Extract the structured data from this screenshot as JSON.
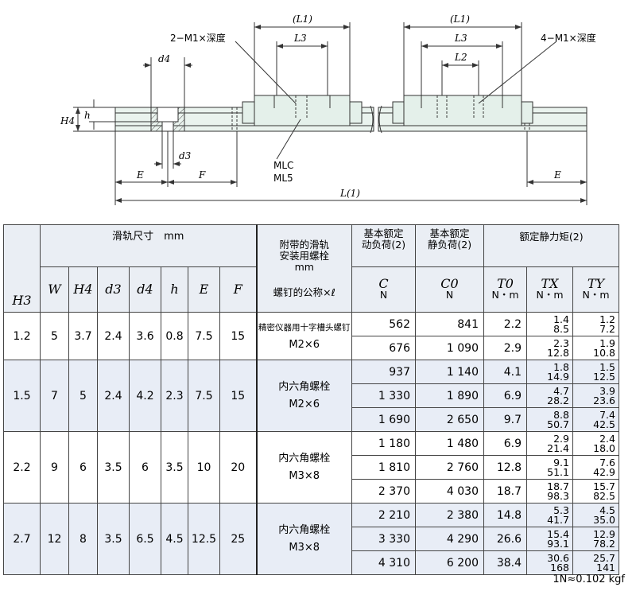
{
  "drawing": {
    "labels": {
      "l1_left": "(L1)",
      "l3_left": "L3",
      "m1_left": "2−M1×深度",
      "d4": "d4",
      "h4": "H4",
      "h": "h",
      "d3": "d3",
      "e_left": "E",
      "f": "F",
      "mlc": "MLC",
      "ml5": "ML5",
      "l_total": "L(1)",
      "l1_right": "(L1)",
      "l3_right": "L3",
      "l2": "L2",
      "m1_right": "4−M1×深度",
      "e_right": "E"
    }
  },
  "table": {
    "header": {
      "rail_dims": "滑轨尺寸　mm",
      "bolt_title_1": "附带的滑轨",
      "bolt_title_2": "安装用螺栓",
      "bolt_unit": "mm",
      "bolt_sub": "螺钉的公称×ℓ",
      "dyn_1": "基本额定",
      "dyn_2": "动负荷(2)",
      "stat_1": "基本额定",
      "stat_2": "静负荷(2)",
      "moment": "额定静力矩(2)",
      "cols": {
        "h3": "H3",
        "w": "W",
        "h4": "H4",
        "d3": "d3",
        "d4": "d4",
        "h": "h",
        "e": "E",
        "f": "F",
        "c": "C",
        "c_unit": "N",
        "c0": "C0",
        "c0_unit": "N",
        "t0": "T0",
        "t0_unit": "N・m",
        "tx": "TX",
        "tx_unit": "N・m",
        "ty": "TY",
        "ty_unit": "N・m"
      }
    },
    "groups": [
      {
        "h3": "1.2",
        "w": "5",
        "h4": "3.7",
        "d3": "2.4",
        "d4": "3.6",
        "h": "0.8",
        "e": "7.5",
        "f": "15",
        "bolt_type": "精密仪器用十字槽头螺钉",
        "bolt_size": "M2×6",
        "rows": [
          {
            "c": "562",
            "c0": "841",
            "t0": "2.2",
            "tx": [
              "1.4",
              "8.5"
            ],
            "ty": [
              "1.2",
              "7.2"
            ]
          },
          {
            "c": "676",
            "c0": "1 090",
            "t0": "2.9",
            "tx": [
              "2.3",
              "12.8"
            ],
            "ty": [
              "1.9",
              "10.8"
            ]
          }
        ]
      },
      {
        "h3": "1.5",
        "w": "7",
        "h4": "5",
        "d3": "2.4",
        "d4": "4.2",
        "h": "2.3",
        "e": "7.5",
        "f": "15",
        "bolt_type": "内六角螺栓",
        "bolt_size": "M2×6",
        "rows": [
          {
            "c": "937",
            "c0": "1 140",
            "t0": "4.1",
            "tx": [
              "1.8",
              "14.9"
            ],
            "ty": [
              "1.5",
              "12.5"
            ]
          },
          {
            "c": "1 330",
            "c0": "1 890",
            "t0": "6.9",
            "tx": [
              "4.7",
              "28.2"
            ],
            "ty": [
              "3.9",
              "23.6"
            ]
          },
          {
            "c": "1 690",
            "c0": "2 650",
            "t0": "9.7",
            "tx": [
              "8.8",
              "50.7"
            ],
            "ty": [
              "7.4",
              "42.5"
            ]
          }
        ]
      },
      {
        "h3": "2.2",
        "w": "9",
        "h4": "6",
        "d3": "3.5",
        "d4": "6",
        "h": "3.5",
        "e": "10",
        "f": "20",
        "bolt_type": "内六角螺栓",
        "bolt_size": "M3×8",
        "rows": [
          {
            "c": "1 180",
            "c0": "1 480",
            "t0": "6.9",
            "tx": [
              "2.9",
              "21.4"
            ],
            "ty": [
              "2.4",
              "18.0"
            ]
          },
          {
            "c": "1 810",
            "c0": "2 760",
            "t0": "12.8",
            "tx": [
              "9.1",
              "51.1"
            ],
            "ty": [
              "7.6",
              "42.9"
            ]
          },
          {
            "c": "2 370",
            "c0": "4 030",
            "t0": "18.7",
            "tx": [
              "18.7",
              "98.3"
            ],
            "ty": [
              "15.7",
              "82.5"
            ]
          }
        ]
      },
      {
        "h3": "2.7",
        "w": "12",
        "h4": "8",
        "d3": "3.5",
        "d4": "6.5",
        "h": "4.5",
        "e": "12.5",
        "f": "25",
        "bolt_type": "内六角螺栓",
        "bolt_size": "M3×8",
        "rows": [
          {
            "c": "2 210",
            "c0": "2 380",
            "t0": "14.8",
            "tx": [
              "5.3",
              "41.7"
            ],
            "ty": [
              "4.5",
              "35.0"
            ]
          },
          {
            "c": "3 330",
            "c0": "4 290",
            "t0": "26.6",
            "tx": [
              "15.4",
              "93.1"
            ],
            "ty": [
              "12.9",
              "78.2"
            ]
          },
          {
            "c": "4 310",
            "c0": "6 200",
            "t0": "38.4",
            "tx": [
              "30.6",
              "168"
            ],
            "ty": [
              "25.7",
              "141"
            ]
          }
        ]
      }
    ]
  },
  "footnote": "1N≈0.102 kgf"
}
